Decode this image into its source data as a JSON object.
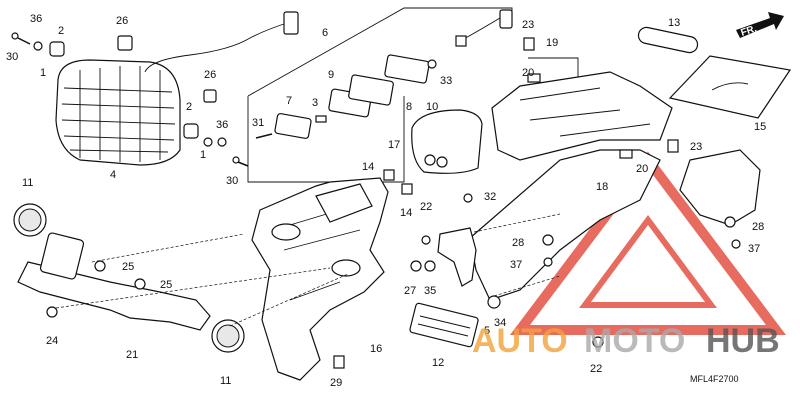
{
  "diagram": {
    "reference_code": "MFL4F2700",
    "direction_label": "FR.",
    "callouts": [
      "1",
      "2",
      "3",
      "4",
      "5",
      "6",
      "7",
      "8",
      "9",
      "10",
      "11",
      "12",
      "13",
      "14",
      "15",
      "16",
      "17",
      "18",
      "19",
      "20",
      "21",
      "22",
      "23",
      "24",
      "25",
      "26",
      "27",
      "28",
      "29",
      "30",
      "31",
      "32",
      "33",
      "34",
      "35",
      "36",
      "37"
    ]
  },
  "watermark": {
    "part1": "AUTO",
    "part2": "MOTO",
    "part3": "HUB",
    "color_red": "#e03a2a",
    "color_orange": "#f2a23a",
    "color_gray": "#555555"
  }
}
